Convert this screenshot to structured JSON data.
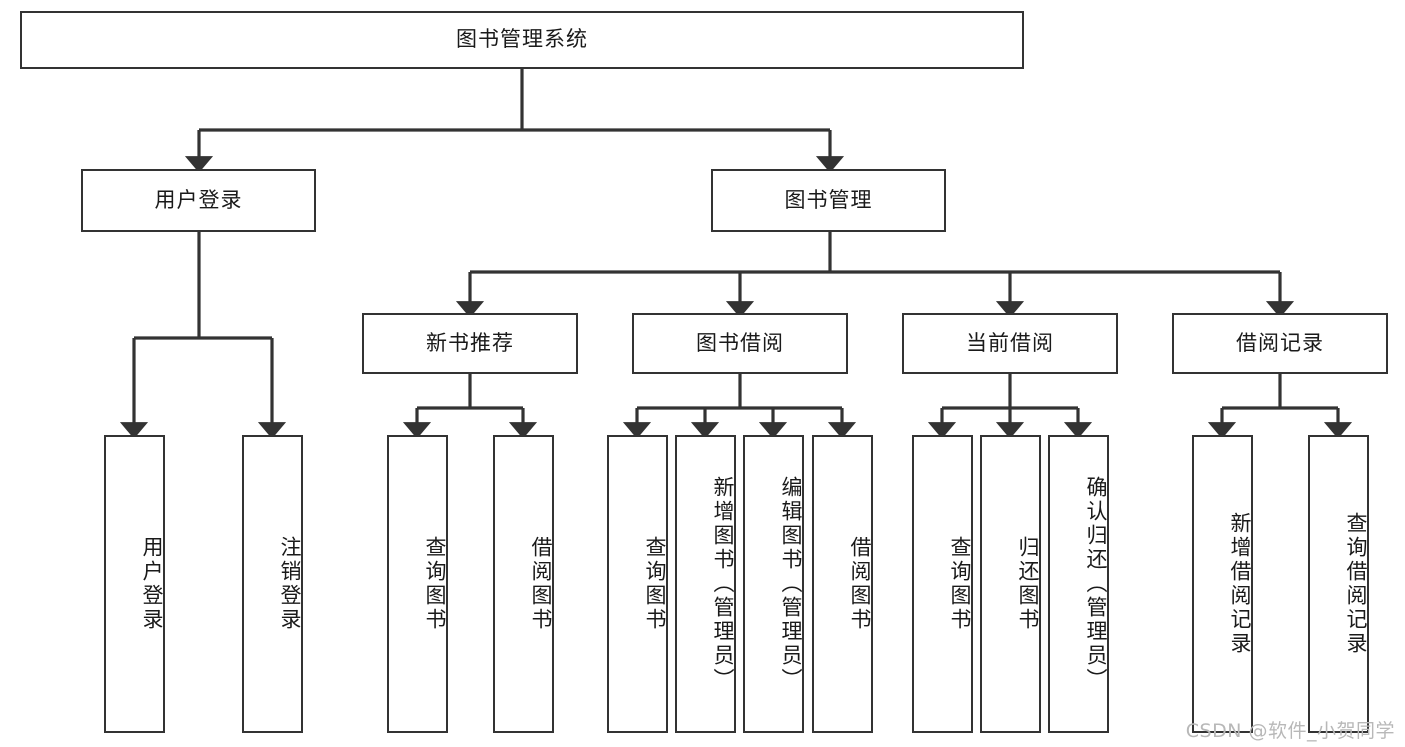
{
  "diagram": {
    "title": "图书管理系统",
    "type": "hierarchy-tree",
    "root": {
      "label": "图书管理系统"
    },
    "level2": [
      {
        "label": "用户登录"
      },
      {
        "label": "图书管理"
      }
    ],
    "level3": [
      {
        "label": "新书推荐"
      },
      {
        "label": "图书借阅"
      },
      {
        "label": "当前借阅"
      },
      {
        "label": "借阅记录"
      }
    ],
    "leaves": {
      "user_login": [
        {
          "label": "用户登录"
        },
        {
          "label": "注销登录"
        }
      ],
      "new_book_recommend": [
        {
          "label": "查询图书"
        },
        {
          "label": "借阅图书"
        }
      ],
      "book_borrow": [
        {
          "label": "查询图书"
        },
        {
          "label": "新增图书（管理员）"
        },
        {
          "label": "编辑图书（管理员）"
        },
        {
          "label": "借阅图书"
        }
      ],
      "current_borrow": [
        {
          "label": "查询图书"
        },
        {
          "label": "归还图书"
        },
        {
          "label": "确认归还（管理员）"
        }
      ],
      "borrow_record": [
        {
          "label": "新增借阅记录"
        },
        {
          "label": "查询借阅记录"
        }
      ]
    }
  },
  "watermark": {
    "text": "CSDN @软件_小贺同学"
  },
  "colors": {
    "box_border": "#333333",
    "box_fill": "#ffffff",
    "connector": "#333333",
    "text": "#1a1a1a",
    "watermark": "#b8b8b8",
    "background": "#ffffff"
  }
}
